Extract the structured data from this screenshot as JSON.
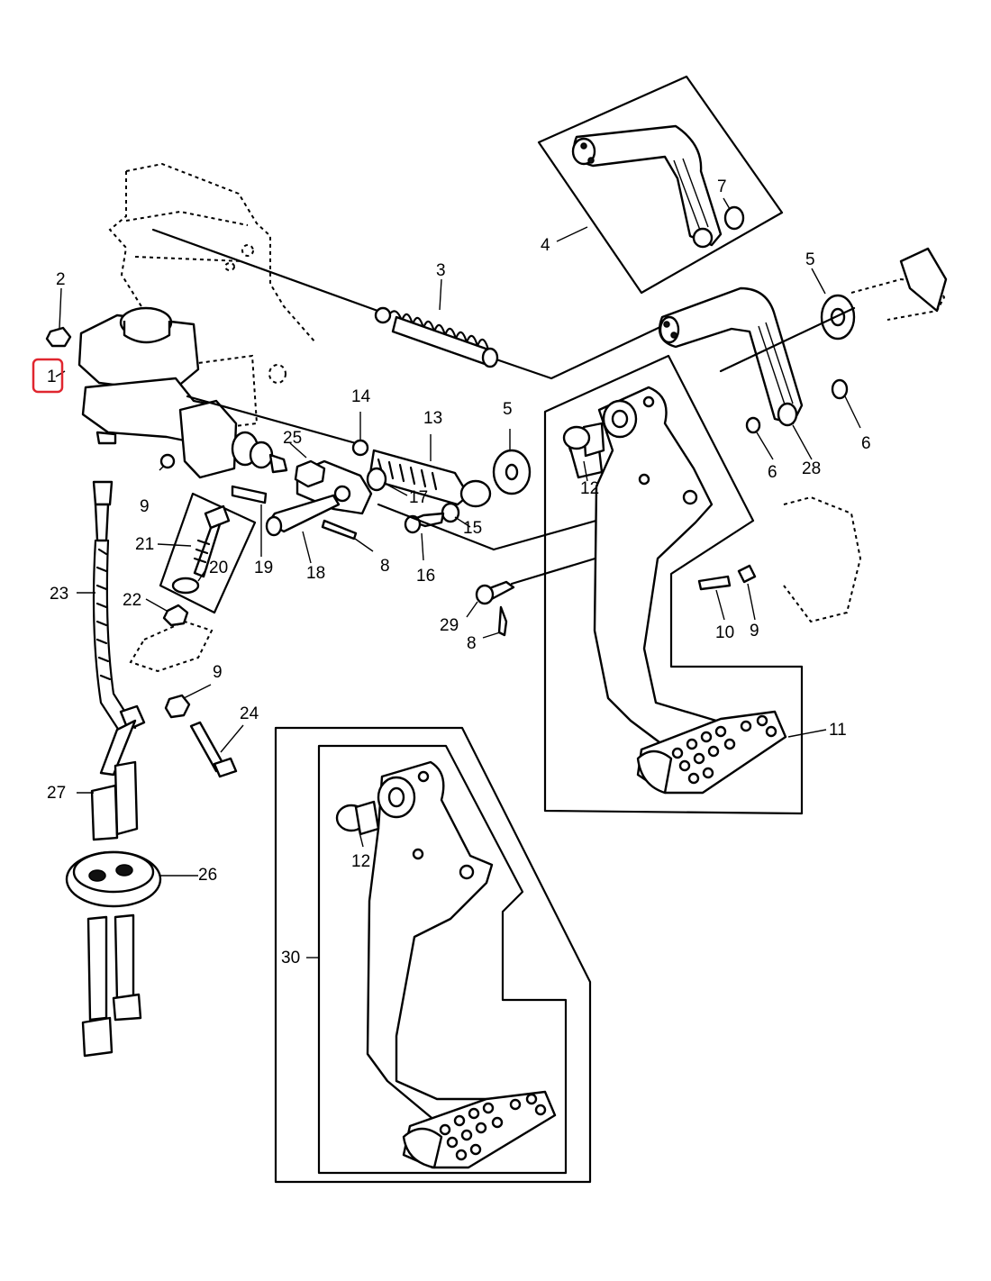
{
  "highlight_label": "1",
  "callouts": [
    {
      "id": "c1",
      "text": "1"
    },
    {
      "id": "c2",
      "text": "2"
    },
    {
      "id": "c3",
      "text": "3"
    },
    {
      "id": "c4",
      "text": "4"
    },
    {
      "id": "c5a",
      "text": "5"
    },
    {
      "id": "c5b",
      "text": "5"
    },
    {
      "id": "c6a",
      "text": "6"
    },
    {
      "id": "c6b",
      "text": "6"
    },
    {
      "id": "c7",
      "text": "7"
    },
    {
      "id": "c8a",
      "text": "8"
    },
    {
      "id": "c8b",
      "text": "8"
    },
    {
      "id": "c9a",
      "text": "9"
    },
    {
      "id": "c9b",
      "text": "9"
    },
    {
      "id": "c9c",
      "text": "9"
    },
    {
      "id": "c10",
      "text": "10"
    },
    {
      "id": "c11",
      "text": "11"
    },
    {
      "id": "c12a",
      "text": "12"
    },
    {
      "id": "c12b",
      "text": "12"
    },
    {
      "id": "c13",
      "text": "13"
    },
    {
      "id": "c14",
      "text": "14"
    },
    {
      "id": "c15",
      "text": "15"
    },
    {
      "id": "c16",
      "text": "16"
    },
    {
      "id": "c17",
      "text": "17"
    },
    {
      "id": "c18",
      "text": "18"
    },
    {
      "id": "c19",
      "text": "19"
    },
    {
      "id": "c20",
      "text": "20"
    },
    {
      "id": "c21",
      "text": "21"
    },
    {
      "id": "c22",
      "text": "22"
    },
    {
      "id": "c23",
      "text": "23"
    },
    {
      "id": "c24",
      "text": "24"
    },
    {
      "id": "c25",
      "text": "25"
    },
    {
      "id": "c26",
      "text": "26"
    },
    {
      "id": "c27",
      "text": "27"
    },
    {
      "id": "c28",
      "text": "28"
    },
    {
      "id": "c29",
      "text": "29"
    },
    {
      "id": "c30",
      "text": "30"
    }
  ],
  "colors": {
    "highlight": "#e0262f",
    "ink": "#000000",
    "paper": "#ffffff"
  }
}
